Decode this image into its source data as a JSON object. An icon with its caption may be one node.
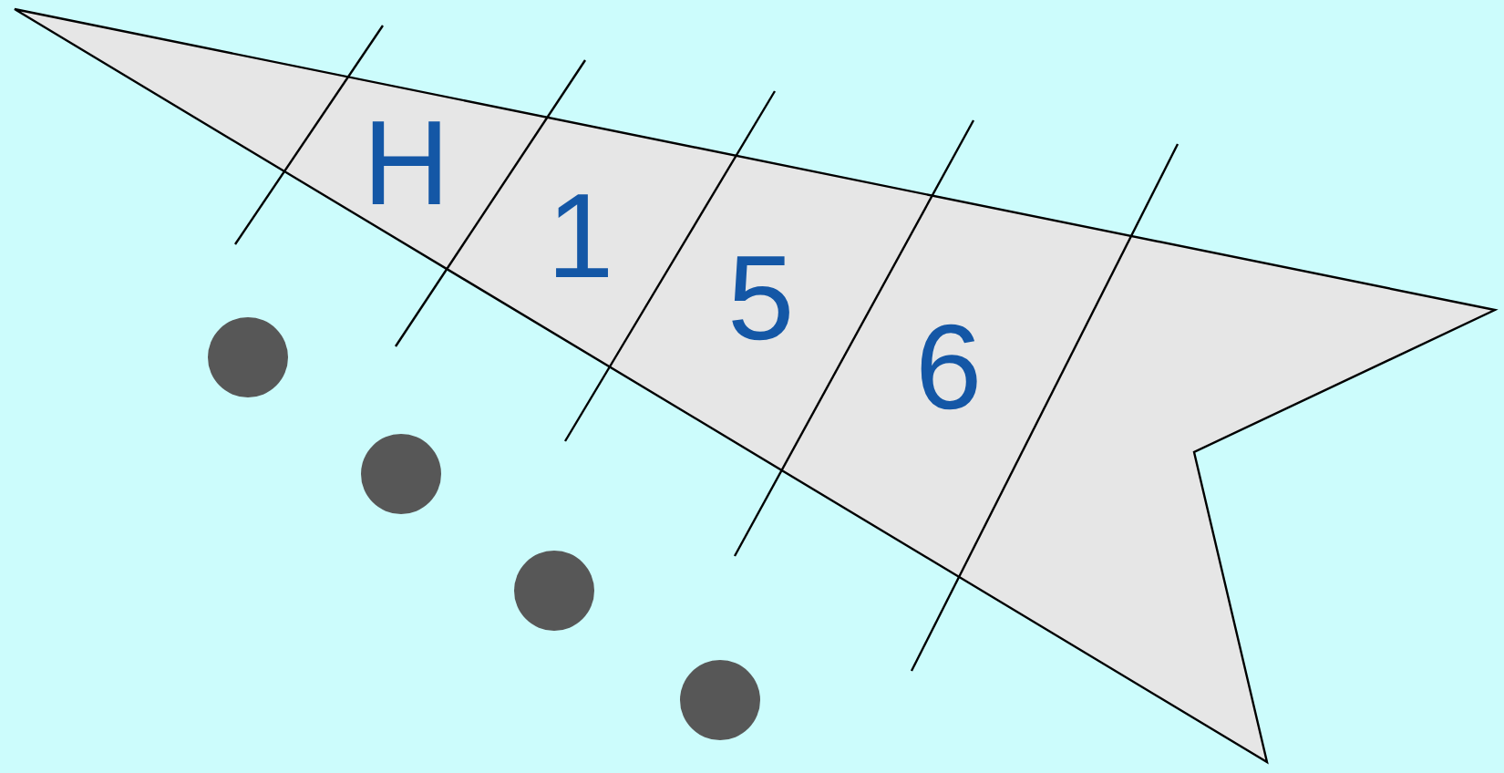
{
  "diagram": {
    "nodes": [
      {
        "text": [
          "H"
        ]
      },
      {
        "text": [
          "1"
        ]
      },
      {
        "text": [
          "5"
        ]
      },
      {
        "text": [
          "6"
        ]
      }
    ]
  }
}
